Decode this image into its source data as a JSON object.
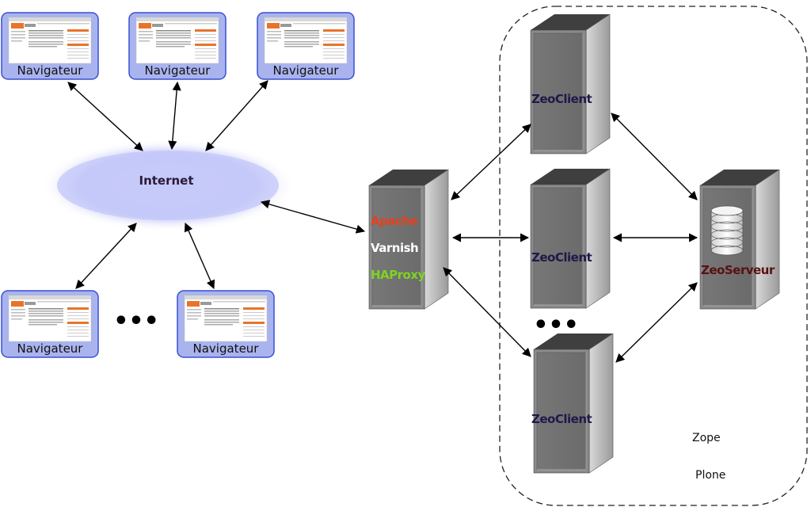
{
  "browsers": {
    "label": "Navigateur",
    "ellipsis": "•••"
  },
  "internet": {
    "label": "Internet"
  },
  "proxy": {
    "apache": "Apache",
    "varnish": "Varnish",
    "haproxy": "HAProxy",
    "colors": {
      "apache": "#e8401c",
      "varnish": "#ffffff",
      "haproxy": "#7ed321"
    }
  },
  "zeoclients": {
    "label": "ZeoClient",
    "ellipsis": "•••"
  },
  "zeoserver": {
    "label": "ZeoServeur",
    "color": "#5a1010"
  },
  "cluster": {
    "zope": "Zope",
    "plone": "Plone"
  }
}
